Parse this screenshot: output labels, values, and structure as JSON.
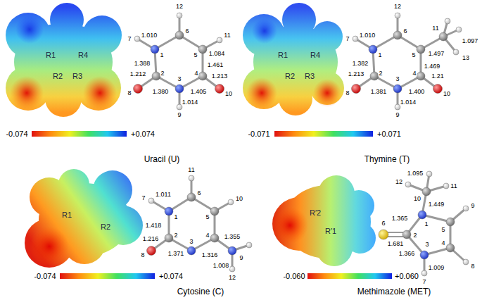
{
  "diagram": {
    "labels": [
      "R1",
      "R2",
      "R3",
      "R4",
      "-0.074",
      "+0.074",
      "12",
      "7",
      "1.010",
      "6",
      "11",
      "5",
      "1.084",
      "1",
      "1.388",
      "1.461",
      "2",
      "4",
      "1.212",
      "3",
      "1.213",
      "8",
      "1.380",
      "1.405",
      "10",
      "1.014",
      "9",
      "Uracil (U)",
      "R1",
      "R2",
      "R3",
      "R4",
      "-0.071",
      "+0.071",
      "12",
      "7",
      "1.010",
      "6",
      "1.497",
      "11",
      "1.097",
      "1",
      "5",
      "13",
      "1.382",
      "1.469",
      "2",
      "4",
      "1.213",
      "3",
      "1.21",
      "8",
      "1.381",
      "1.400",
      "10",
      "1.014",
      "9",
      "Thymine (T)",
      "R1",
      "R2",
      "-0.074",
      "+0.074",
      "11",
      "7",
      "1.011",
      "6",
      "10",
      "1",
      "5",
      "1.418",
      "2",
      "4",
      "1.355",
      "9",
      "1.216",
      "3",
      "8",
      "1.371",
      "1.316",
      "1.008",
      "12",
      "Cytosine (C)",
      "R′2",
      "R′1",
      "-0.060",
      "+0.060",
      "12",
      "10",
      "1.095",
      "11",
      "1.449",
      "9",
      "1",
      "1.365",
      "5",
      "6",
      "1.681",
      "2",
      "4",
      "1.366",
      "3",
      "8",
      "1.009",
      "7",
      "Methimazole (MET)"
    ]
  }
}
